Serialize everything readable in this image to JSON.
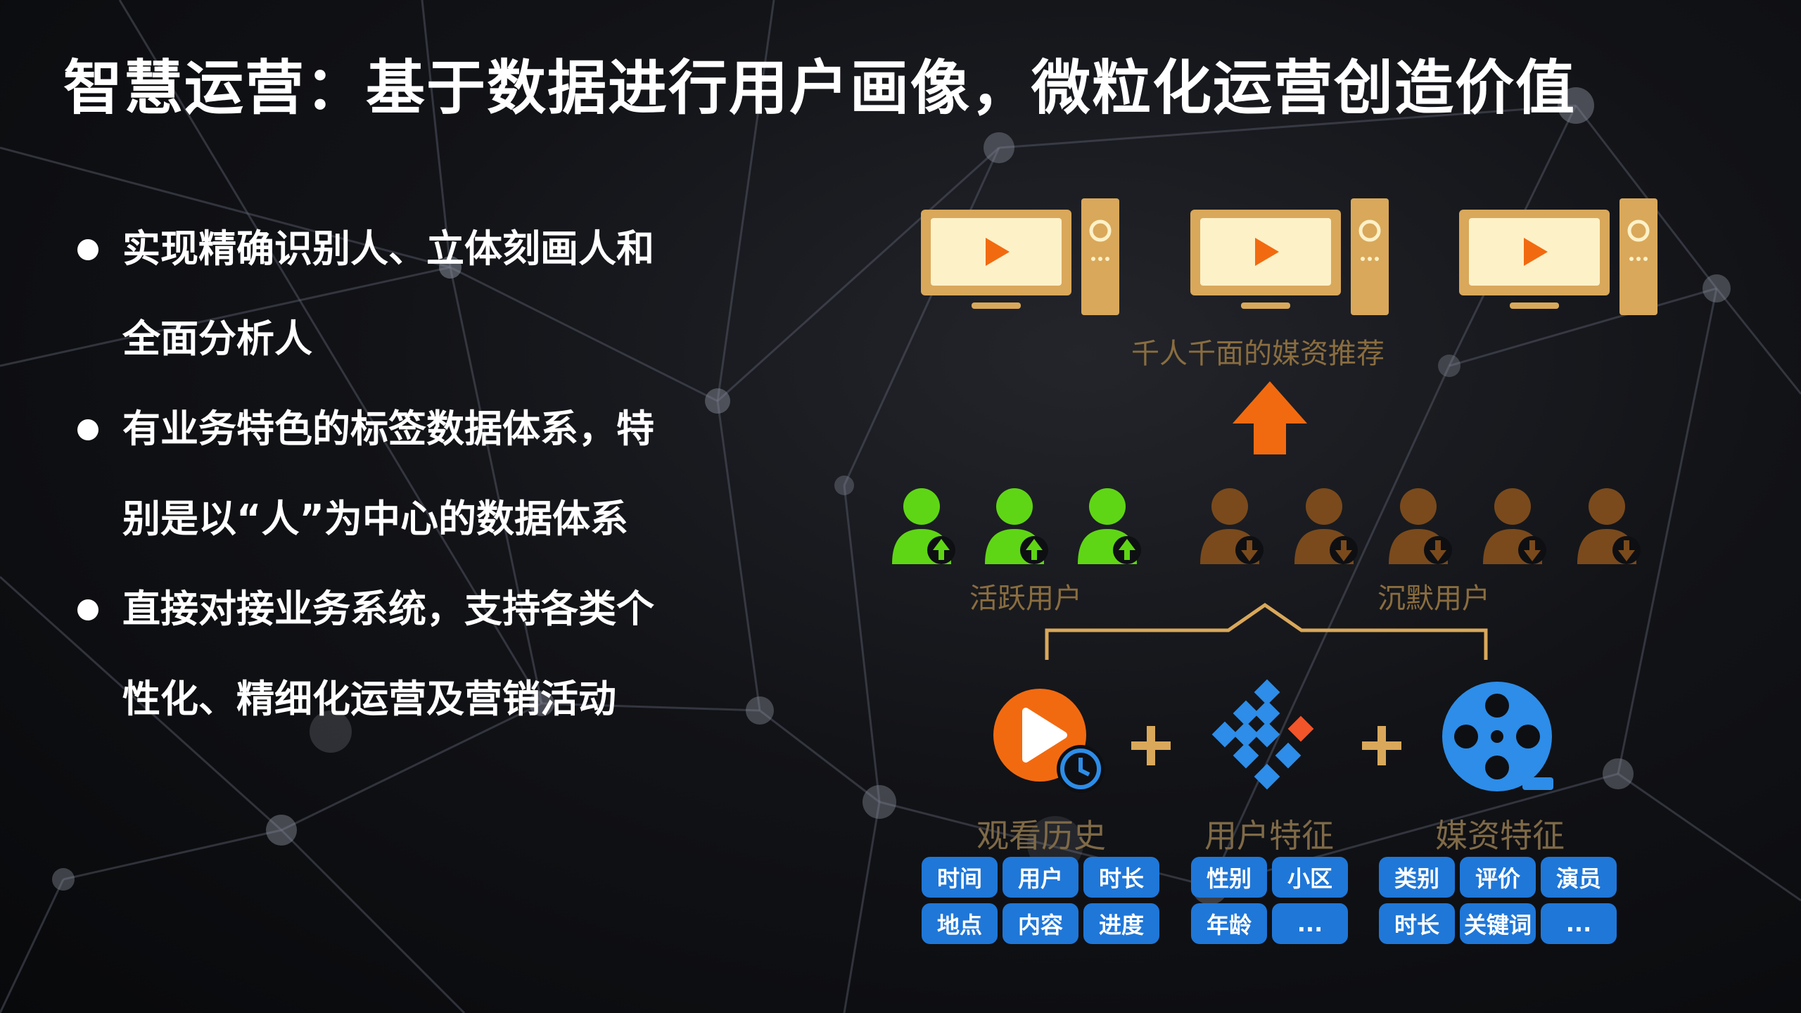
{
  "title": "智慧运营：基于数据进行用户画像，微粒化运营创造价值",
  "bullets": [
    {
      "text": "实现精确识别人、立体刻画人和全面分析人"
    },
    {
      "text": "有业务特色的标签数据体系，特别是以“人”为中心的数据体系"
    },
    {
      "text": "直接对接业务系统，支持各类个性化、精细化运营及营销活动"
    }
  ],
  "diagram": {
    "recommend_label": "千人千面的媒资推荐",
    "active_label": "活跃用户",
    "silent_label": "沉默用户",
    "groups": [
      {
        "label": "观看历史",
        "icon": "play-clock-icon",
        "tags": [
          "时间",
          "用户",
          "时长",
          "地点",
          "内容",
          "进度"
        ]
      },
      {
        "label": "用户特征",
        "icon": "diamond-grid-icon",
        "tags": [
          "性别",
          "小区",
          "年龄",
          "..."
        ]
      },
      {
        "label": "媒资特征",
        "icon": "film-reel-icon",
        "tags": [
          "类别",
          "评价",
          "演员",
          "时长",
          "关键词",
          "..."
        ]
      }
    ]
  },
  "colors": {
    "accent_orange": "#f26a10",
    "tv_frame": "#d9a85a",
    "tv_screen": "#fdf1c8",
    "active_green": "#5fd615",
    "silent_brown": "#7a4a1c",
    "tag_blue": "#1f77d8",
    "caption_gold": "#8a6d3f"
  }
}
